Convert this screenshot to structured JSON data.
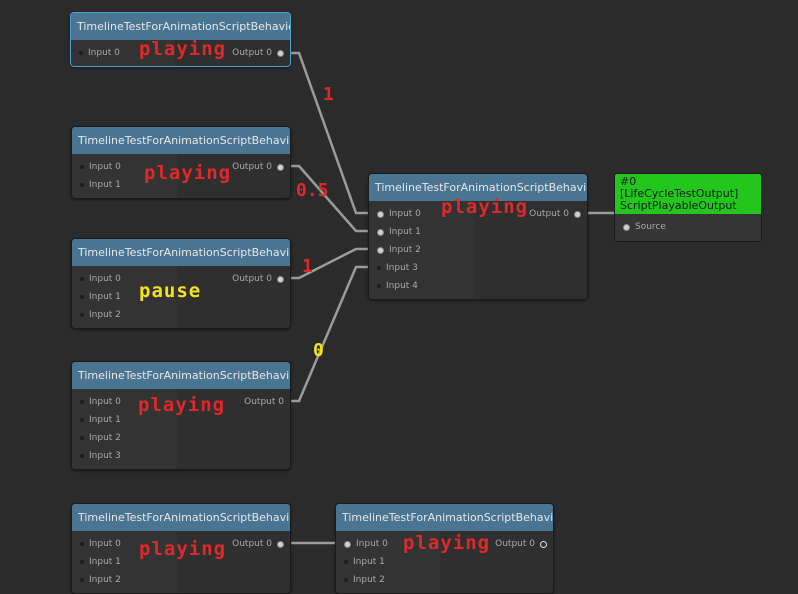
{
  "nodes": [
    {
      "title": "TimelineTestForAnimationScriptBehavior",
      "inputs": [
        "Input 0"
      ],
      "output": "Output 0",
      "state": "playing"
    },
    {
      "title": "TimelineTestForAnimationScriptBehavior",
      "inputs": [
        "Input 0",
        "Input 1"
      ],
      "output": "Output 0",
      "state": "playing"
    },
    {
      "title": "TimelineTestForAnimationScriptBehavior",
      "inputs": [
        "Input 0",
        "Input 1",
        "Input 2"
      ],
      "output": "Output 0",
      "state": "pause"
    },
    {
      "title": "TimelineTestForAnimationScriptBehavior",
      "inputs": [
        "Input 0",
        "Input 1",
        "Input 2",
        "Input 3"
      ],
      "output": "Output 0",
      "state": "playing"
    },
    {
      "title": "TimelineTestForAnimationScriptBehavior",
      "inputs": [
        "Input 0",
        "Input 1",
        "Input 2",
        "Input 3",
        "Input 4"
      ],
      "output": "Output 0",
      "state": "playing"
    },
    {
      "title": "TimelineTestForAnimationScriptBehavior",
      "inputs": [
        "Input 0",
        "Input 1",
        "Input 2"
      ],
      "output": "Output 0",
      "state": "playing"
    },
    {
      "title": "TimelineTestForAnimationScriptBehavior",
      "inputs": [
        "Input 0",
        "Input 1",
        "Input 2"
      ],
      "output": "Output 0",
      "state": "playing"
    }
  ],
  "output_node": {
    "title_line1": "#0 [LifeCycleTestOutput]",
    "title_line2": "ScriptPlayableOutput",
    "port": "Source"
  },
  "weights": [
    "1",
    "0.5",
    "1",
    "0"
  ],
  "colors": {
    "background": "#2b2b2b",
    "node_header": "#4a7592",
    "output_header": "#22c61c",
    "playing": "#e0282a",
    "pause": "#f4e21d",
    "wire": "#9a9a9a"
  }
}
